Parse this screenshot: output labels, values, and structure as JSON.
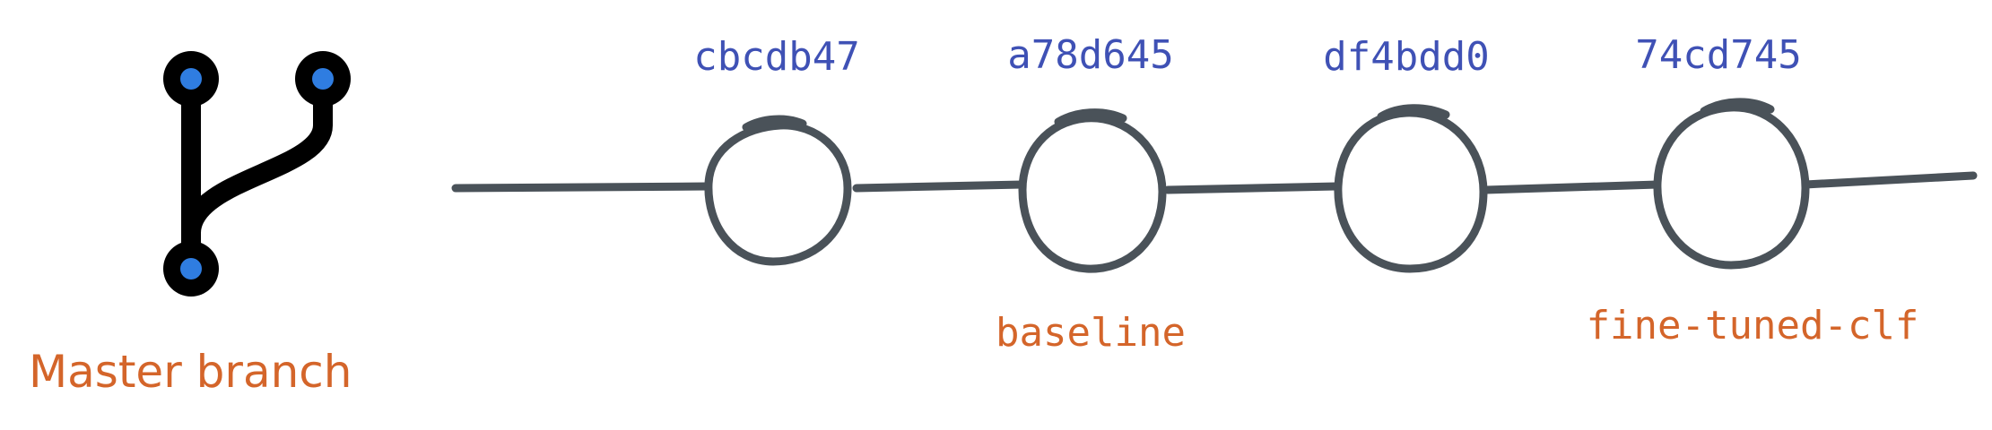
{
  "branch": {
    "label": "Master branch",
    "icon": "git-branch-icon",
    "icon_color": "#000000",
    "node_color": "#2f7de1"
  },
  "commits": [
    {
      "hash": "cbcdb47",
      "tag": ""
    },
    {
      "hash": "a78d645",
      "tag": "baseline"
    },
    {
      "hash": "df4bdd0",
      "tag": ""
    },
    {
      "hash": "74cd745",
      "tag": "fine-tuned-clf"
    }
  ],
  "colors": {
    "hash_text": "#3f51b5",
    "tag_text": "#d4652a",
    "branch_label": "#d4652a",
    "line": "#4a5259"
  }
}
